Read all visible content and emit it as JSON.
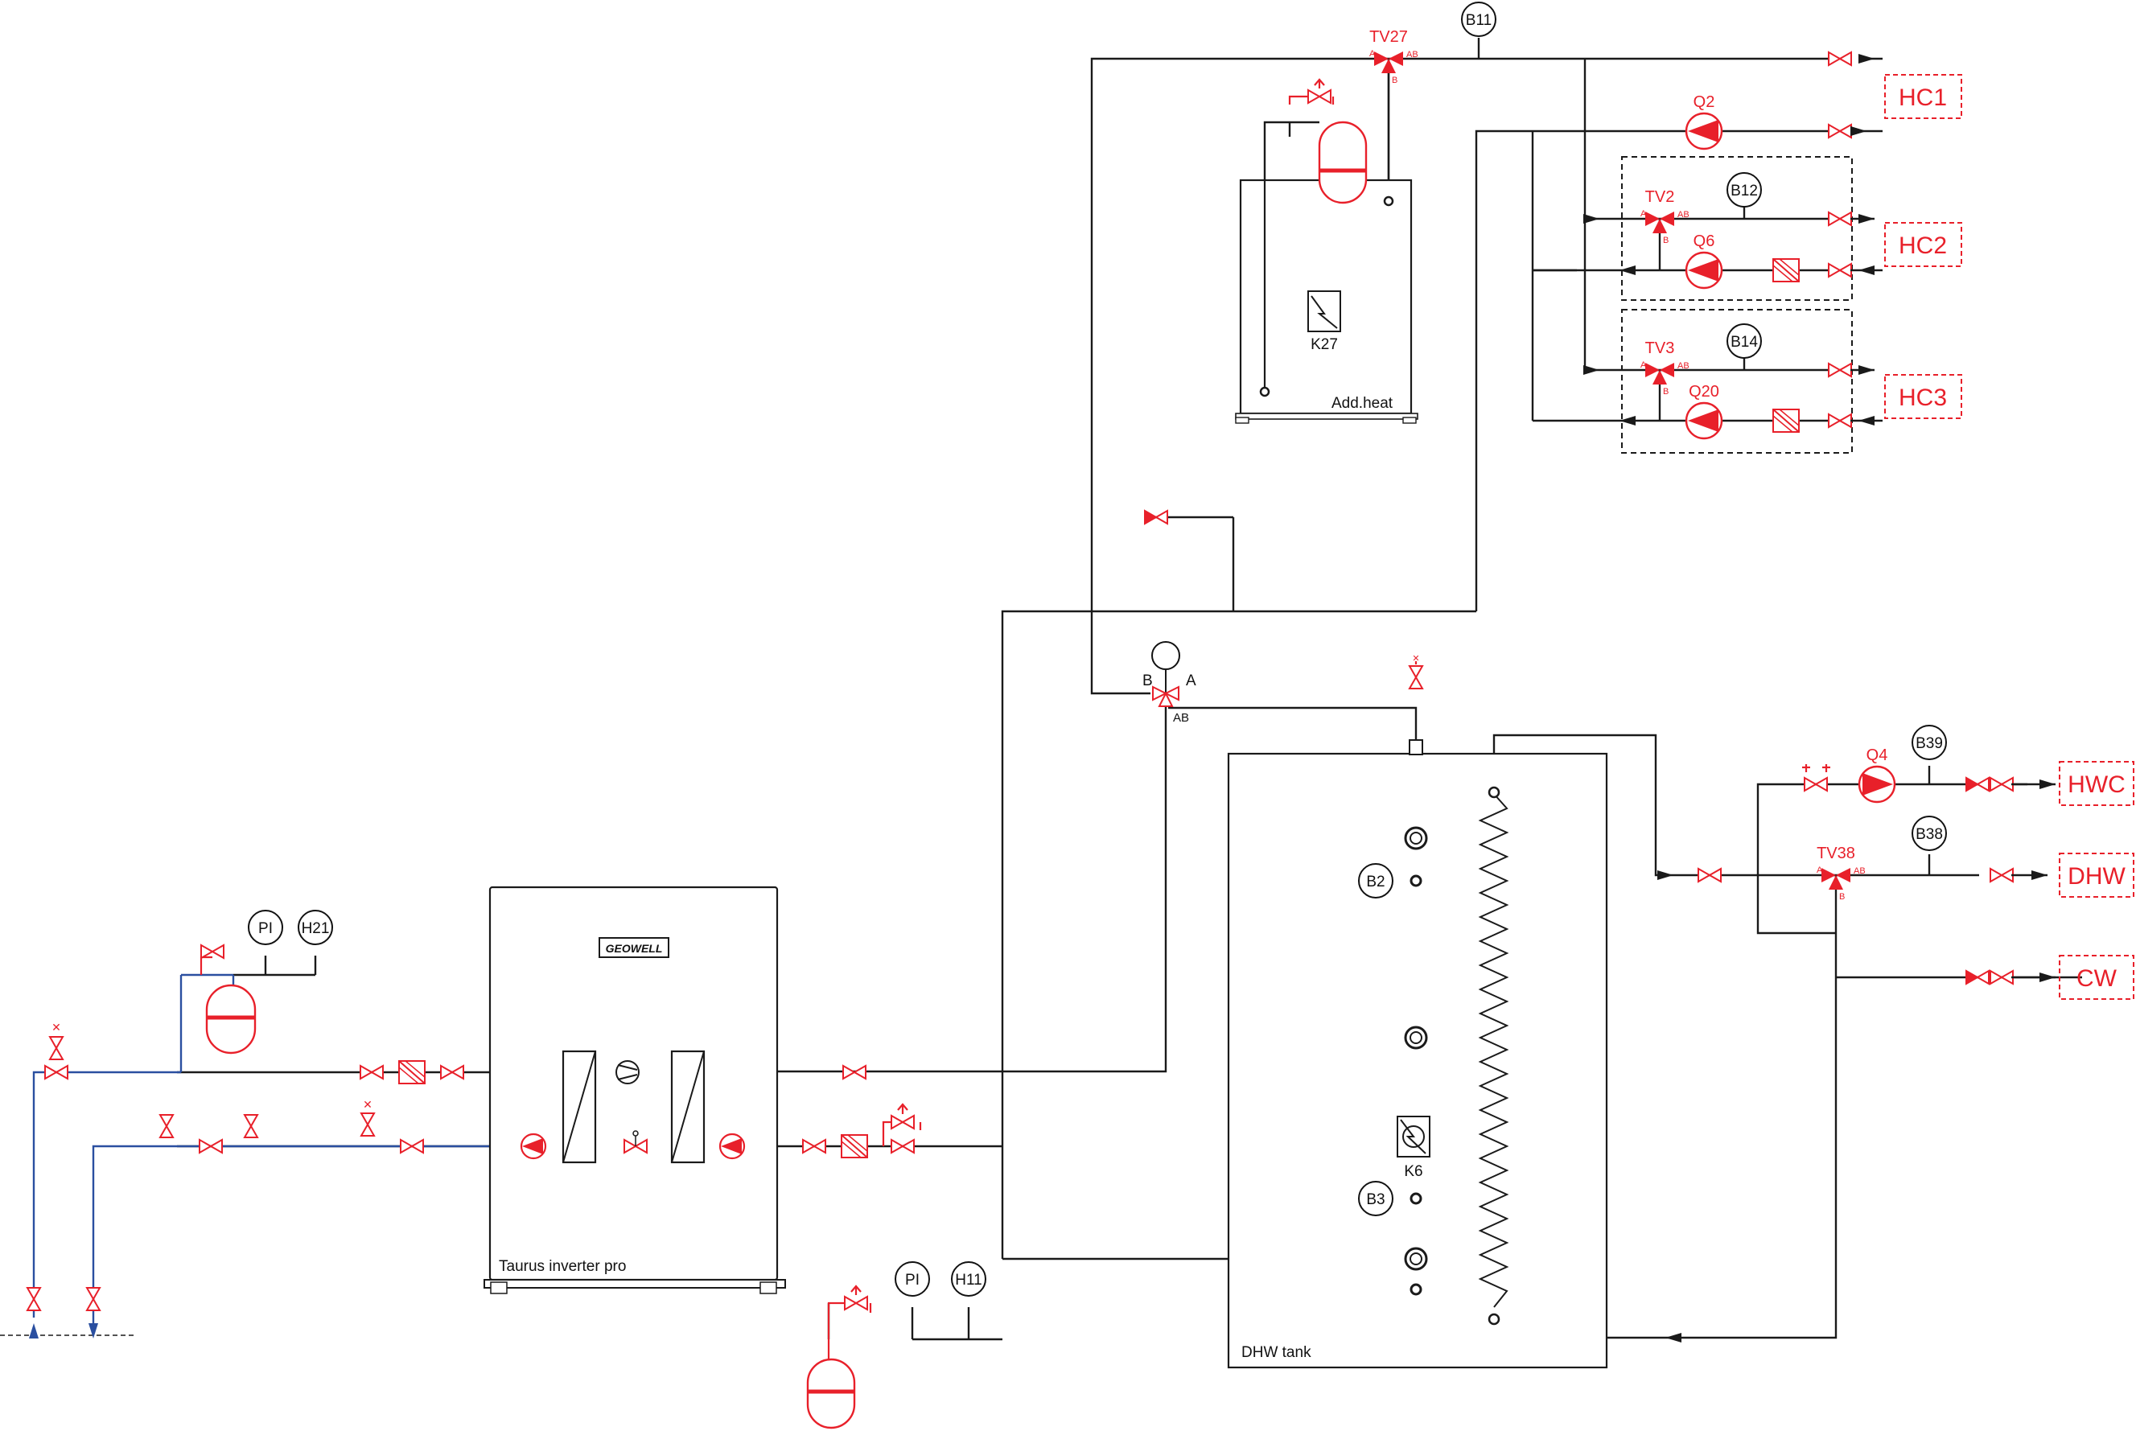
{
  "equipment": {
    "heat_pump": "Taurus inverter pro",
    "heat_pump_brand": "GEOWELL",
    "boiler_label": "Add.heat",
    "boiler_code": "K27",
    "tank_label": "DHW tank",
    "tank_heater_code": "K6"
  },
  "outlets": [
    "HC1",
    "HC2",
    "HC3",
    "HWC",
    "DHW",
    "CW"
  ],
  "valves": {
    "tv27": "TV27",
    "tv2": "TV2",
    "tv3": "TV3",
    "tv38": "TV38",
    "port_a": "A",
    "port_b": "B",
    "port_ab": "AB"
  },
  "pumps": {
    "q2": "Q2",
    "q6": "Q6",
    "q20": "Q20",
    "q4": "Q4"
  },
  "sensors": {
    "b11": "B11",
    "b12": "B12",
    "b14": "B14",
    "b39": "B39",
    "b38": "B38",
    "b2": "B2",
    "b3": "B3",
    "pi_left": "PI",
    "h21": "H21",
    "pi_bottom": "PI",
    "h11": "H11"
  },
  "colors": {
    "pipe_black": "#1a1a1a",
    "pipe_blue": "#2a4fa0",
    "fitting_red": "#e8202a"
  }
}
